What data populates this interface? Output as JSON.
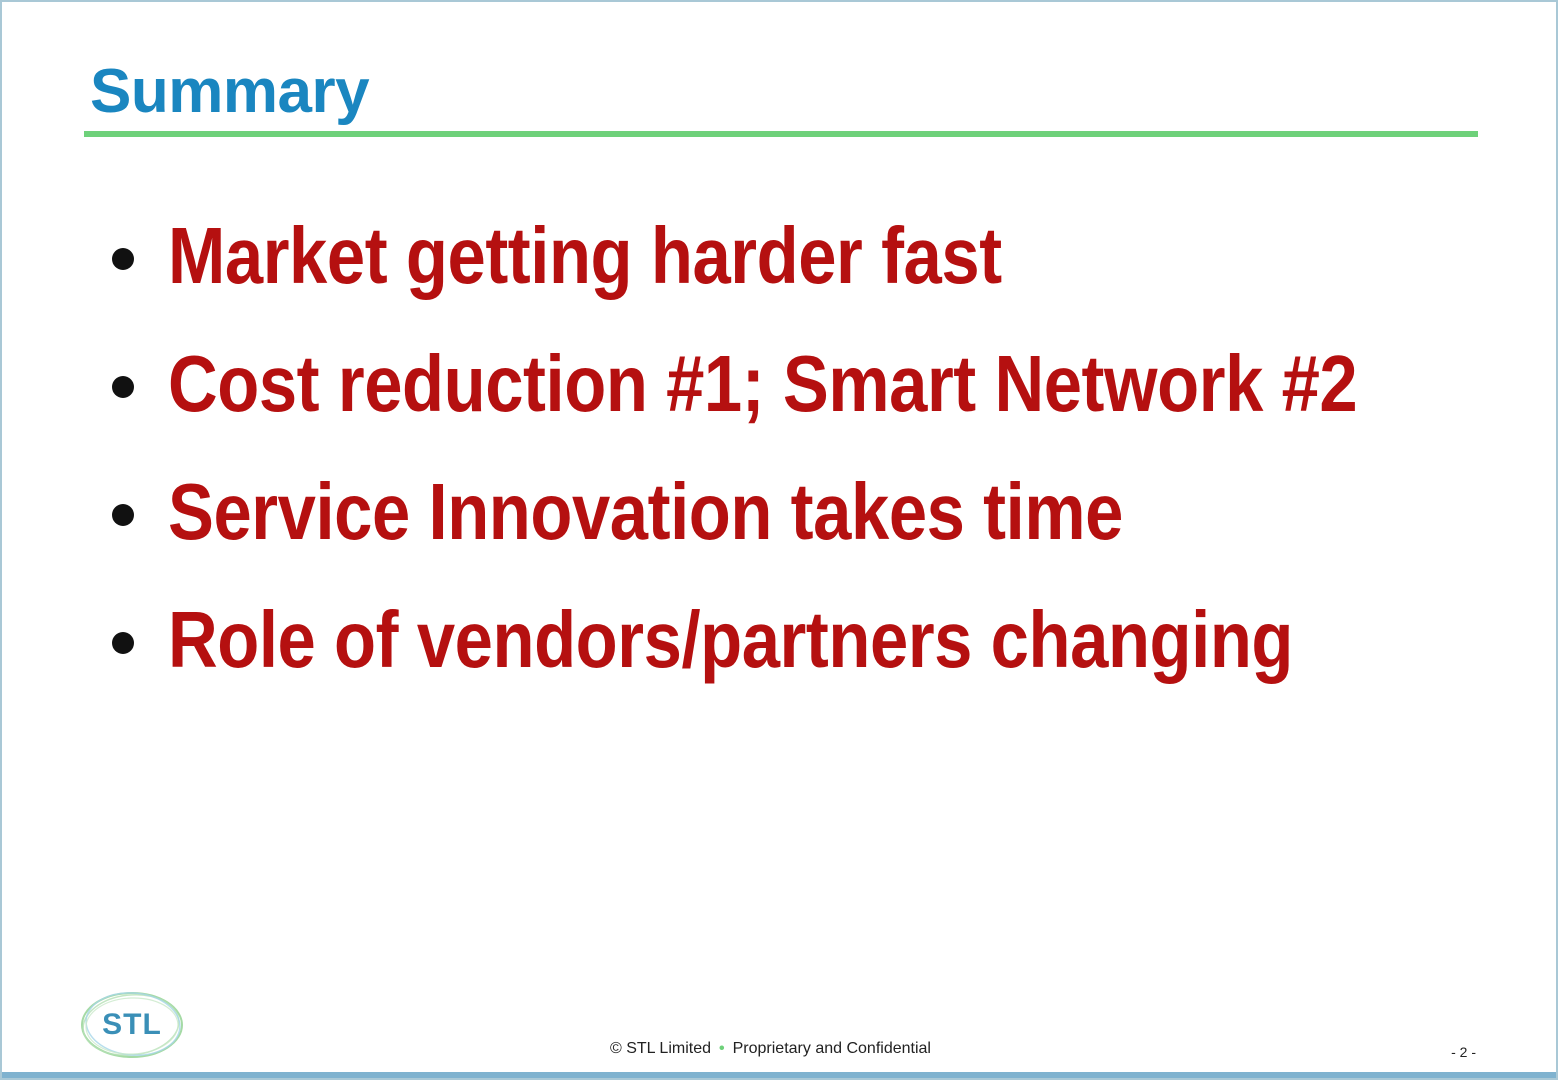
{
  "slide": {
    "title": "Summary",
    "bullets": [
      "Market getting harder fast",
      "Cost reduction #1; Smart Network #2",
      "Service Innovation takes time",
      "Role of vendors/partners changing"
    ],
    "logo_text": "STL",
    "footer": {
      "copyright": "© STL Limited",
      "separator": "•",
      "note": "Proprietary and Confidential"
    },
    "page_number": "- 2 -"
  },
  "colors": {
    "title": "#1a86c0",
    "rule": "#6ed17a",
    "bullet_text": "#b51010",
    "logo": "#3a8fb7"
  },
  "icons": {
    "bullet": "bullet-dot-icon",
    "logo": "stl-logo-icon"
  }
}
